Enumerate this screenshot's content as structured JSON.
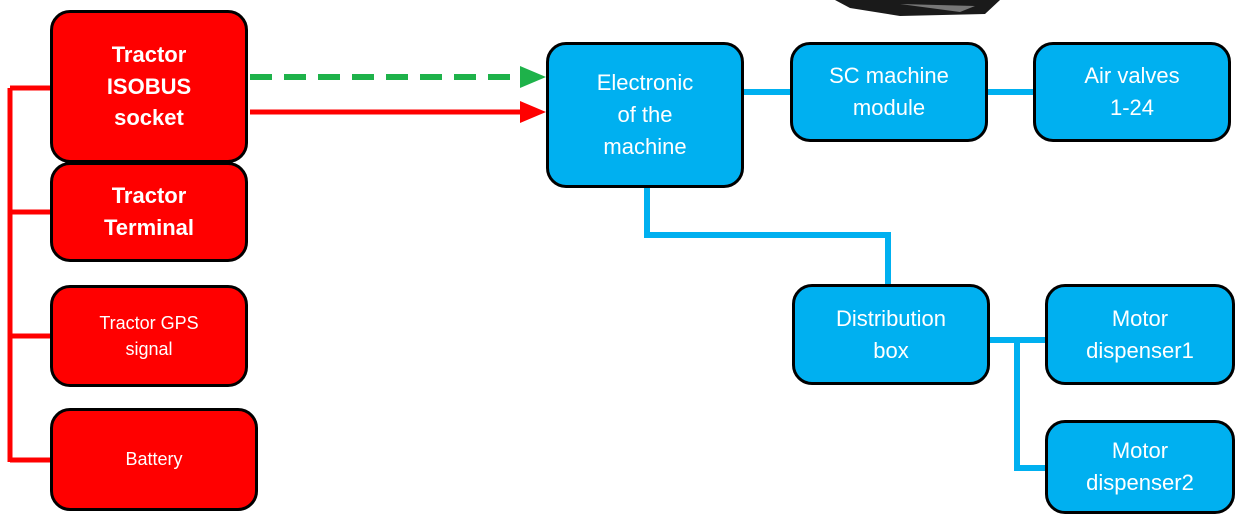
{
  "nodes": {
    "isobus": "Tractor\nISOBUS\nsocket",
    "terminal": "Tractor\nTerminal",
    "gps": "Tractor GPS\nsignal",
    "battery": "Battery",
    "electronic": "Electronic\nof the\nmachine",
    "sc_module": "SC machine\nmodule",
    "air_valves": "Air valves\n1-24",
    "distribution": "Distribution\nbox",
    "motor1": "Motor\ndispenser1",
    "motor2": "Motor\ndispenser2"
  },
  "colors": {
    "tractor": "#ff0000",
    "machine": "#00b0f0",
    "connector_blue": "#00b0f0",
    "arrow_green": "#1eb24a",
    "arrow_red": "#ff0000",
    "device_body": "#1a1a1a"
  }
}
